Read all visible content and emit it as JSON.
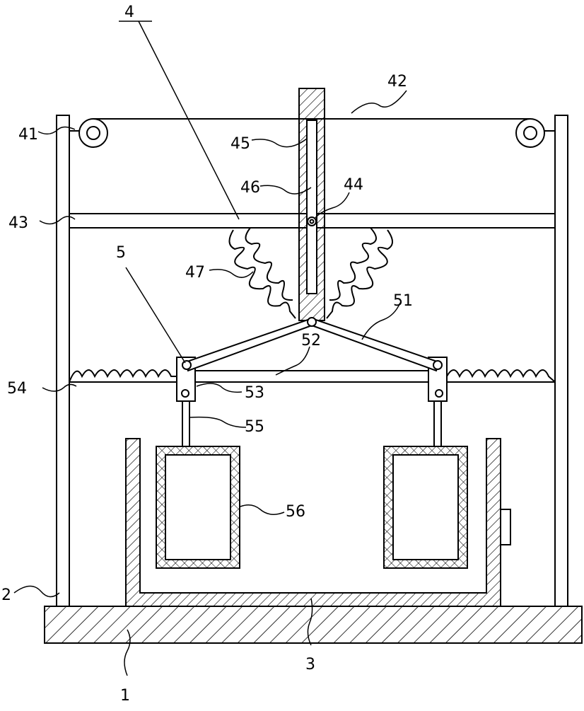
{
  "labels": {
    "l1": "1",
    "l2": "2",
    "l3": "3",
    "l4": "4",
    "l5": "5",
    "l41": "41",
    "l42": "42",
    "l43": "43",
    "l44": "44",
    "l45": "45",
    "l46": "46",
    "l47": "47",
    "l51": "51",
    "l52": "52",
    "l53": "53",
    "l54": "54",
    "l55": "55",
    "l56": "56"
  },
  "colors": {
    "ink": "#000000",
    "paper": "#ffffff"
  }
}
